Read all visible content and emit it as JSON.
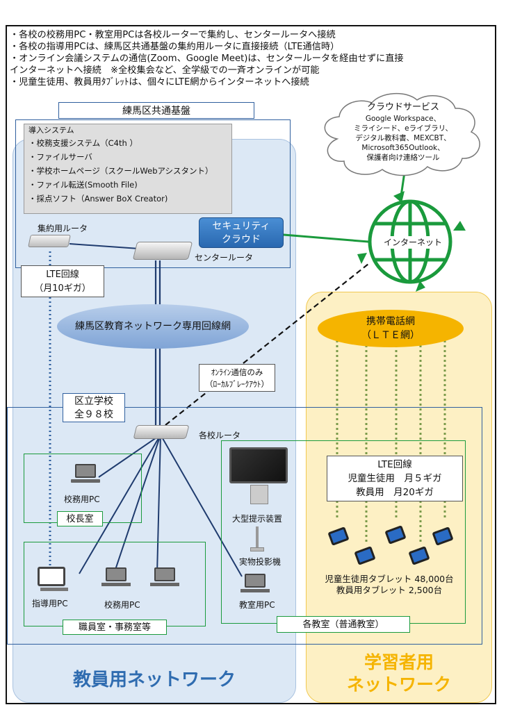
{
  "notes": [
    "・各校の校務用PC・教室用PCは各校ルーターで集約し、センタールータへ接続",
    "・各校の指導用PCは、練馬区共通基盤の集約用ルータに直接接続（LTE通信時）",
    "・オンライン会議システムの通信(Zoom、Google Meet)は、センタールータを経由せずに直接",
    "インターネットへ接続　※全校集会など、全学級での一斉オンラインが可能",
    "・児童生徒用、教員用ﾀﾌﾞﾚｯﾄは、個々にLTE網からインターネットへ接続"
  ],
  "common_base": {
    "title": "練馬区共通基盤",
    "systems_header": "導入システム",
    "systems": [
      "・校務支援システム（C4th ）",
      "・ファイルサーバ",
      "・学校ホームページ（スクールWebアシスタント）",
      "・ファイル転送(Smooth File)",
      "・採点ソフト（Answer BoX Creator)"
    ],
    "aggregate_router": "集約用ルータ",
    "center_router": "センタールータ",
    "security_cloud": [
      "セキュリティ",
      "クラウド"
    ]
  },
  "lte_teacher": [
    "LTE回線",
    "（月10ギガ）"
  ],
  "edu_network": "練馬区教育ネットワーク専用回線網",
  "online_only": [
    "ｵﾝﾗｲﾝ通信のみ",
    "（ﾛｰｶﾙﾌﾞﾚｰｸｱｳﾄ）"
  ],
  "cloud": {
    "title": "クラウドサービス",
    "lines": [
      "Google Workspace、",
      "ミライシード、eライブラリ、",
      "デジタル教科書、MEXCBT、",
      "Microsoft365Outlook、",
      "保護者向け連絡ツール"
    ]
  },
  "internet": "インターネット",
  "mobile_network": [
    "携帯電話網",
    "（ＬＴＥ網）"
  ],
  "school": {
    "label": [
      "区立学校",
      "全９８校"
    ],
    "router": "各校ルータ",
    "principal_pc": "校務用PC",
    "principal_room": "校長室",
    "teaching_pc": "指導用PC",
    "admin_pc": "校務用PC",
    "staff_room": "職員室・事務室等",
    "display": "大型提示装置",
    "camera": "実物投影機",
    "classroom_pc": "教室用PC",
    "classroom": "各教室（普通教室）"
  },
  "lte_tablet": [
    "LTE回線",
    "児童生徒用　月５ギガ",
    "教員用　月20ギガ"
  ],
  "tablet_counts": [
    "児童生徒用タブレット 48,000台",
    "教員用タブレット 2,500台"
  ],
  "teacher_network": "教員用ネットワーク",
  "learner_network": [
    "学習者用",
    "ネットワーク"
  ],
  "colors": {
    "blue_zone": "#dce8f5",
    "yellow_zone": "#fdf0c4",
    "green_line": "#1a9a3c",
    "navy_line": "#1f3b6e",
    "orange": "#f5b400"
  }
}
